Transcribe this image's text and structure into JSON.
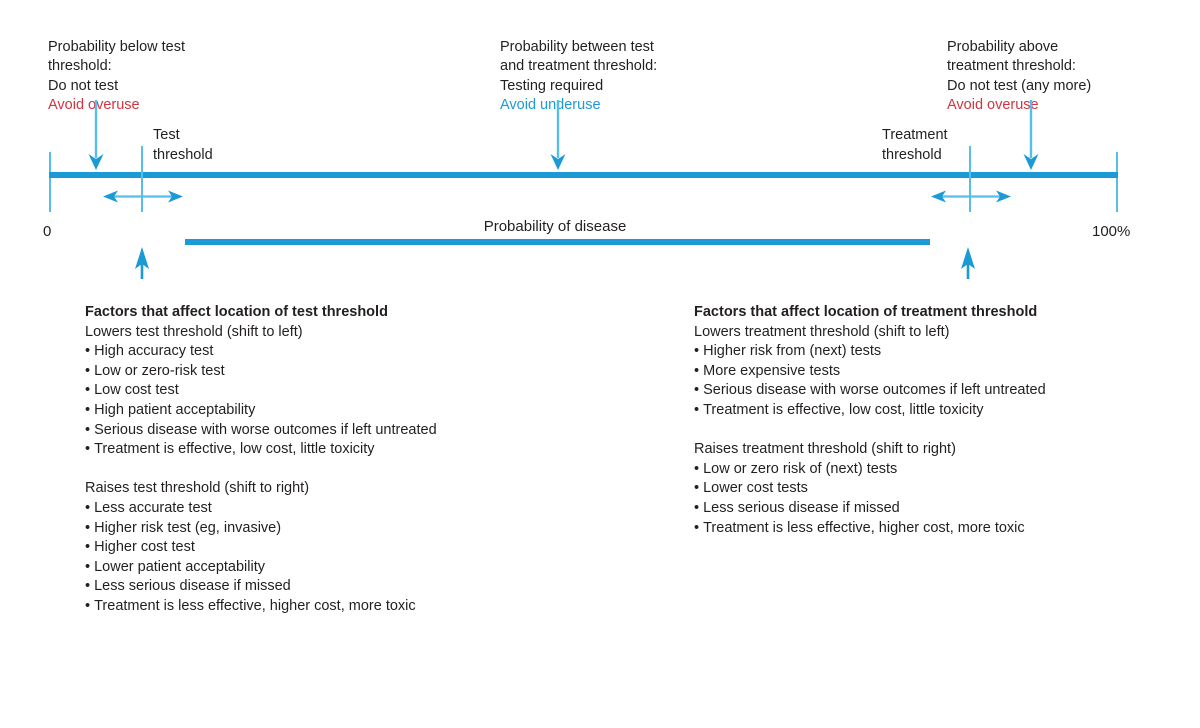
{
  "colors": {
    "accent_blue": "#1b9ad6",
    "light_blue": "#57bdea",
    "accent_red": "#d1353f",
    "text": "#231f20"
  },
  "callouts": {
    "below_test": {
      "lines": "Probability below test\nthreshold:\nDo not test",
      "accent": "Avoid overuse",
      "accent_color": "red"
    },
    "between": {
      "lines": "Probability between test\nand treatment threshold:\nTesting required",
      "accent": "Avoid underuse",
      "accent_color": "blue"
    },
    "above_treatment": {
      "lines": "Probability above\ntreatment threshold:\nDo not test (any more)",
      "accent": "Avoid overuse",
      "accent_color": "red"
    }
  },
  "axis": {
    "test_threshold_label": "Test\nthreshold",
    "treatment_threshold_label": "Treatment\nthreshold",
    "left_end_label": "0",
    "right_end_label": "100%",
    "center_label": "Probability of disease"
  },
  "factors_test": {
    "title": "Factors that affect location of test threshold",
    "lower_heading": "Lowers test threshold (shift to left)",
    "lower_items": [
      "High accuracy test",
      "Low or zero-risk test",
      "Low cost test",
      "High patient acceptability",
      "Serious disease with worse outcomes if left untreated",
      "Treatment is effective, low cost, little toxicity"
    ],
    "raise_heading": "Raises test threshold (shift to right)",
    "raise_items": [
      "Less accurate test",
      "Higher risk test (eg, invasive)",
      "Higher cost test",
      "Lower patient acceptability",
      "Less serious disease if missed",
      "Treatment is less effective, higher cost, more toxic"
    ]
  },
  "factors_treatment": {
    "title": "Factors that affect location of treatment threshold",
    "lower_heading": "Lowers treatment threshold (shift to left)",
    "lower_items": [
      "Higher risk from (next) tests",
      "More expensive tests",
      "Serious disease with worse outcomes if left untreated",
      "Treatment is effective, low cost, little toxicity"
    ],
    "raise_heading": "Raises treatment threshold (shift to right)",
    "raise_items": [
      "Low or zero risk of (next) tests",
      "Lower cost tests",
      "Less serious disease if missed",
      "Treatment is less effective, higher cost, more toxic"
    ]
  }
}
